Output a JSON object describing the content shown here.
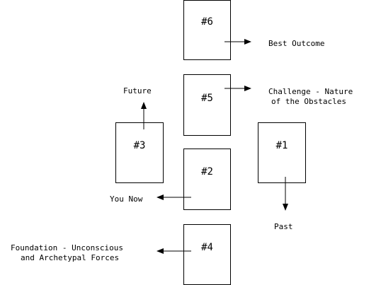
{
  "cards": {
    "c1": "#1",
    "c2": "#2",
    "c3": "#3",
    "c4": "#4",
    "c5": "#5",
    "c6": "#6"
  },
  "captions": {
    "best_outcome": "Best Outcome",
    "challenge_line1": "Challenge - Nature",
    "challenge_line2": "of the Obstacles",
    "future": "Future",
    "you_now": "You Now",
    "past": "Past",
    "foundation_line1": "Foundation - Unconscious",
    "foundation_line2": "and Archetypal Forces"
  }
}
